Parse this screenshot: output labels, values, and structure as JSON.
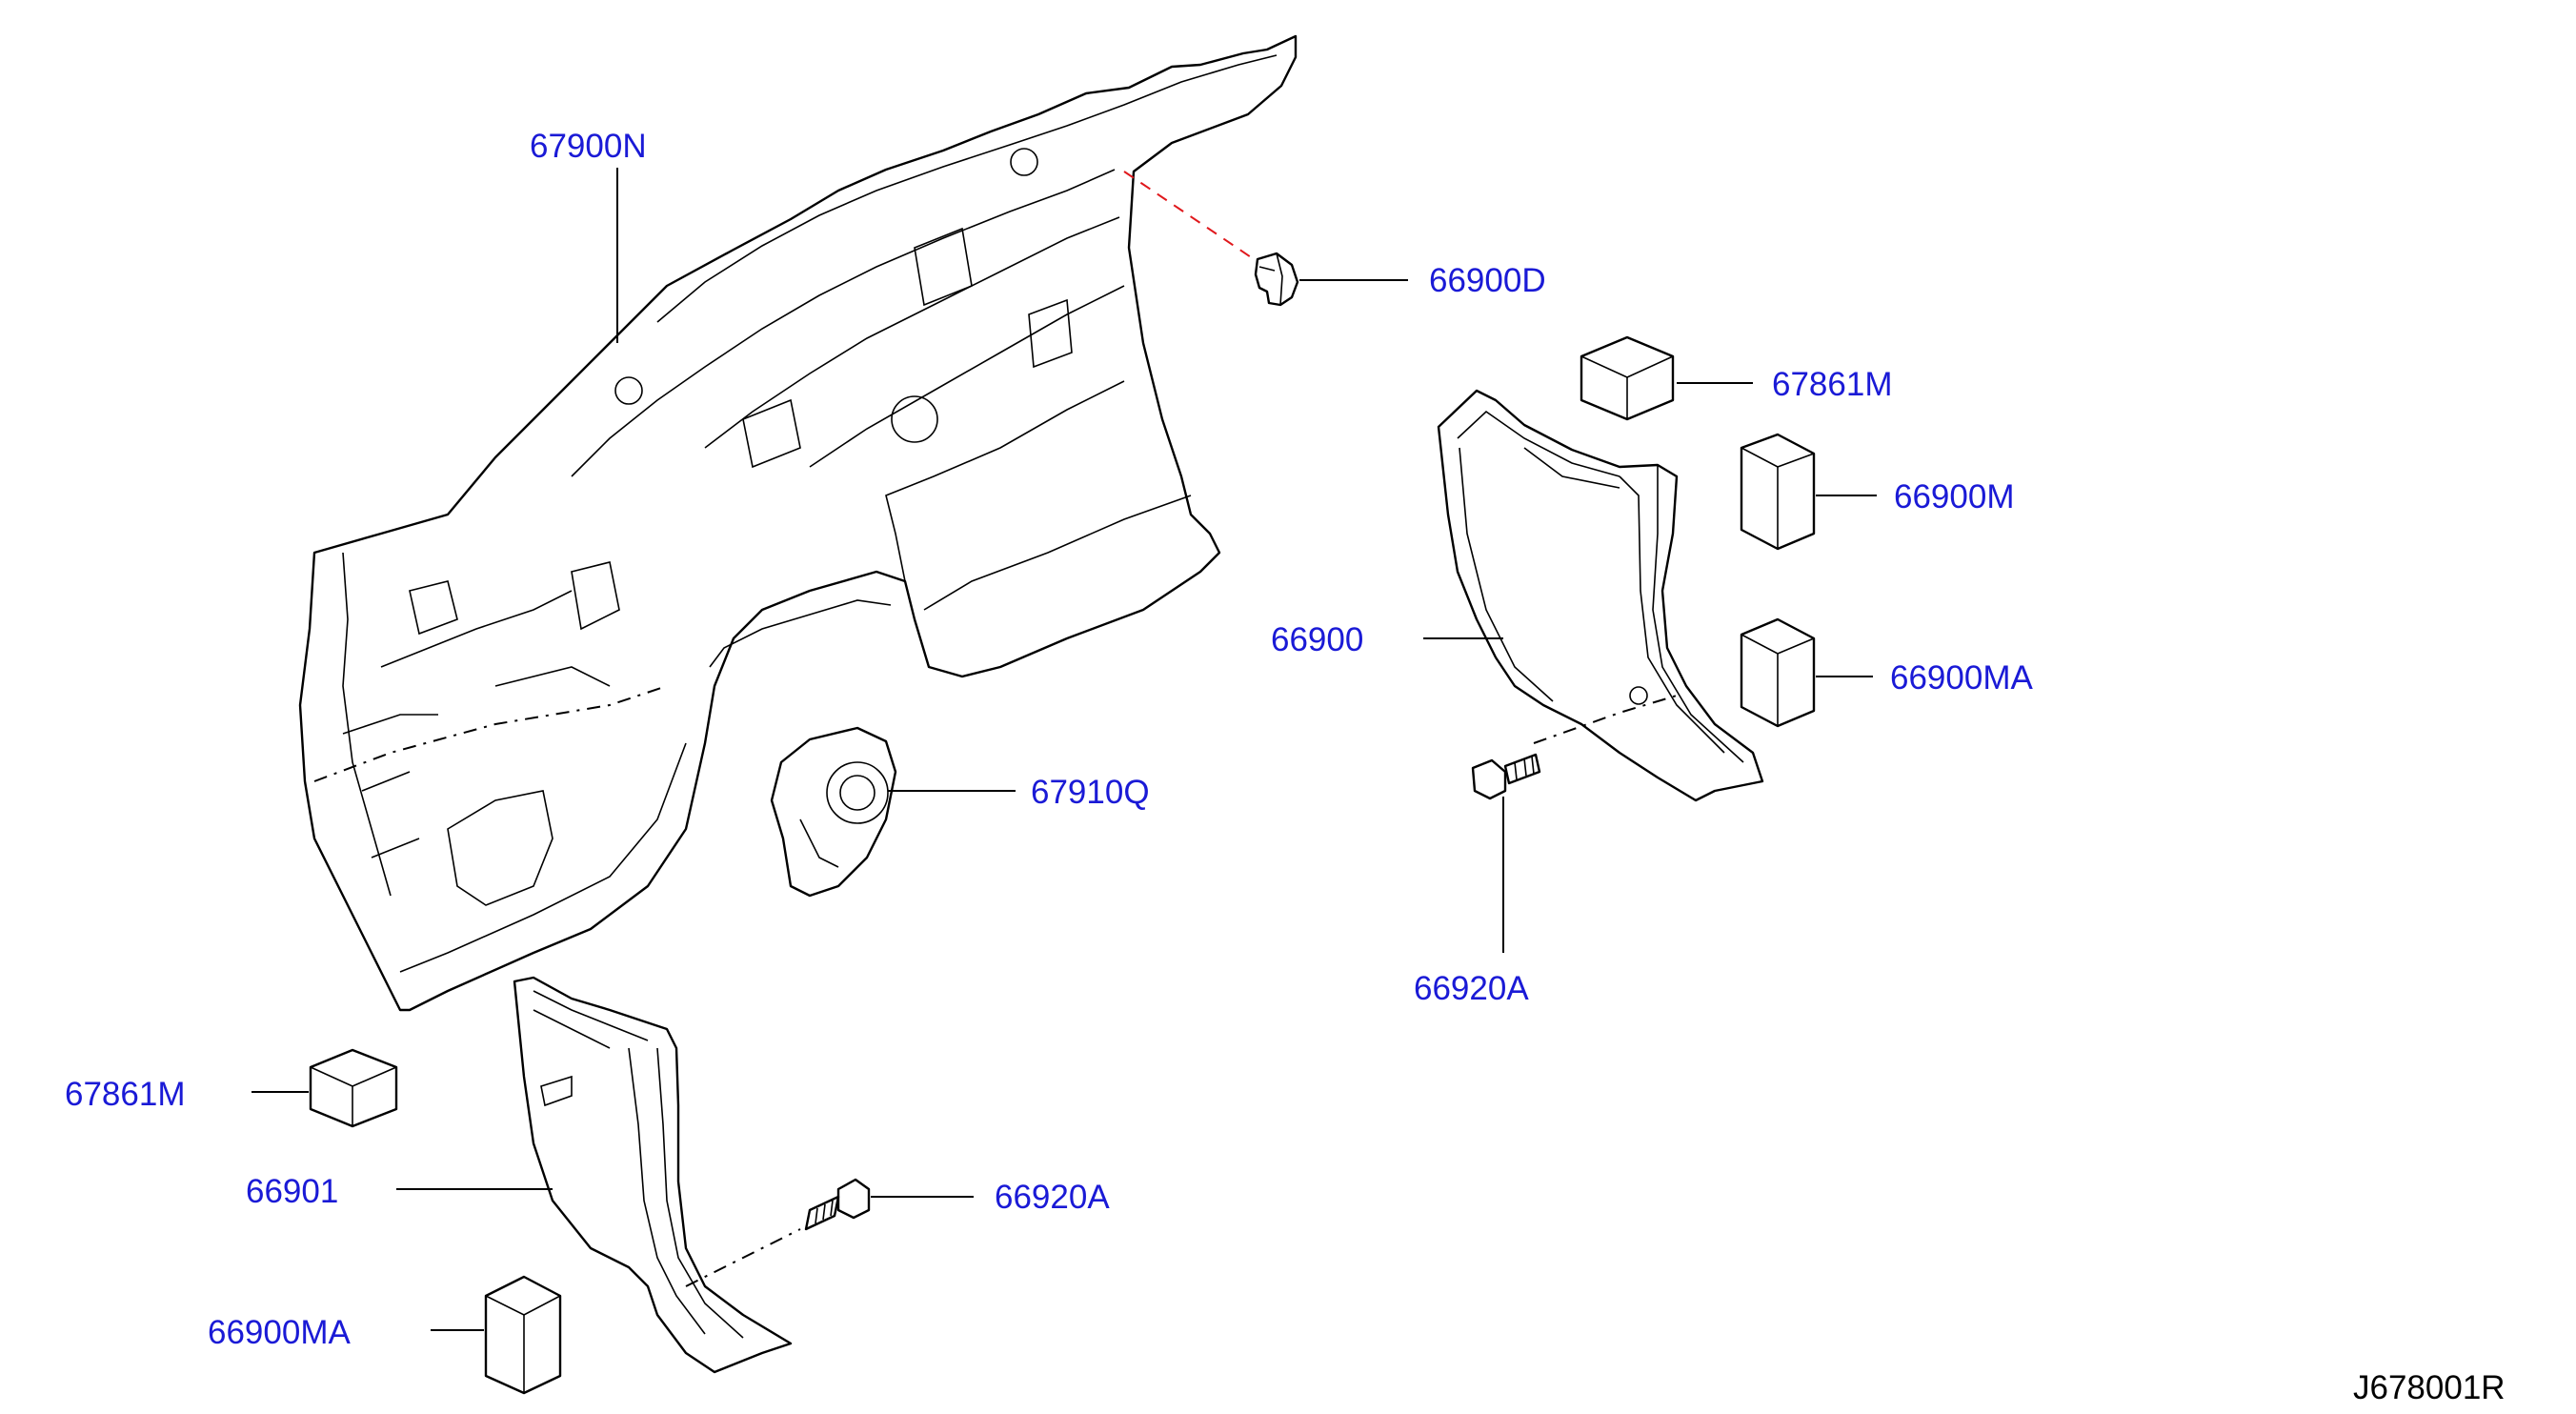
{
  "labels": {
    "dash_insulator": "67900N",
    "clip_top": "66900D",
    "pad_right_top": "67861M",
    "pad_right_mid": "66900M",
    "pad_right_low": "66900MA",
    "trim_right": "66900",
    "bracket": "67910Q",
    "screw_right": "66920A",
    "pad_left_top": "67861M",
    "trim_left": "66901",
    "screw_left": "66920A",
    "pad_left_low": "66900MA"
  },
  "diagram_code": "J678001R",
  "colors": {
    "label": "#1a1ad6",
    "line": "#000000",
    "highlight_dash": "#e0181c"
  }
}
